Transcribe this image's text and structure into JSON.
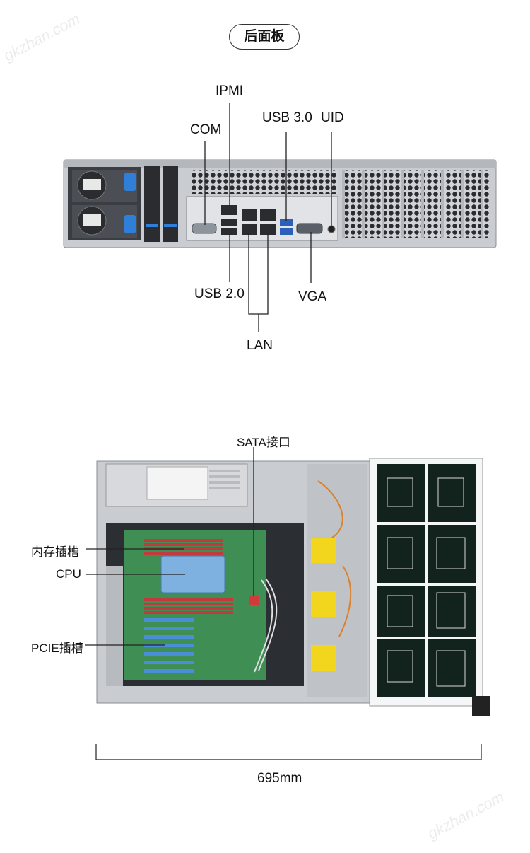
{
  "rear_panel": {
    "title": "后面板",
    "labels": {
      "com": "COM",
      "ipmi": "IPMI",
      "usb3": "USB 3.0",
      "uid": "UID",
      "usb2": "USB 2.0",
      "vga": "VGA",
      "lan": "LAN"
    }
  },
  "interior": {
    "labels": {
      "sata": "SATA接口",
      "memory": "内存插槽",
      "cpu": "CPU",
      "pcie": "PCIE插槽"
    },
    "dimension": "695mm"
  },
  "watermark": "gkzhan.com",
  "colors": {
    "chassis": "#c9ccd0",
    "chassis_dark": "#3a3d42",
    "mesh": "#2a2c30",
    "blue_tab": "#2f7fd8",
    "pcb": "#3f8f55",
    "ram": "#c23a3e",
    "pcie": "#4a8fd6",
    "cpu": "#7fb1e0",
    "label_panel": "#f2d61e"
  }
}
